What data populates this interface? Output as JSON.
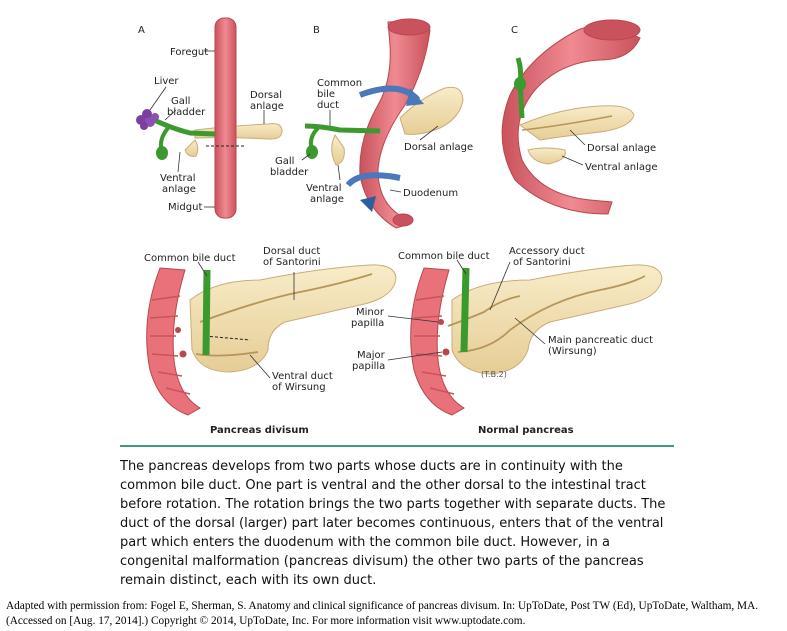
{
  "panels": {
    "a_letter": "A",
    "b_letter": "B",
    "c_letter": "C"
  },
  "panel_a": {
    "foregut": "Foregut",
    "liver": "Liver",
    "gall_bladder_1": "Gall",
    "gall_bladder_2": "bladder",
    "dorsal_1": "Dorsal",
    "dorsal_2": "anlage",
    "ventral_1": "Ventral",
    "ventral_2": "anlage",
    "midgut": "Midgut"
  },
  "panel_b": {
    "cbd_1": "Common",
    "cbd_2": "bile",
    "cbd_3": "duct",
    "gall_1": "Gall",
    "gall_2": "bladder",
    "ventral_1": "Ventral",
    "ventral_2": "anlage",
    "dorsal": "Dorsal anlage",
    "duodenum": "Duodenum"
  },
  "panel_c": {
    "dorsal": "Dorsal anlage",
    "ventral": "Ventral anlage"
  },
  "divisum": {
    "cbd": "Common bile duct",
    "dorsal_duct_1": "Dorsal duct",
    "dorsal_duct_2": "of Santorini",
    "ventral_duct_1": "Ventral duct",
    "ventral_duct_2": "of Wirsung",
    "title": "Pancreas divisum"
  },
  "normal": {
    "cbd": "Common bile duct",
    "accessory_1": "Accessory duct",
    "accessory_2": "of Santorini",
    "minor_1": "Minor",
    "minor_2": "papilla",
    "major_1": "Major",
    "major_2": "papilla",
    "main_1": "Main pancreatic duct",
    "main_2": "(Wirsung)",
    "title": "Normal pancreas",
    "signature": "(T.B.2)"
  },
  "caption": "The pancreas develops from two parts whose ducts are in continuity with the common bile duct. One part is ventral and the other dorsal to the intestinal tract before rotation. The rotation brings the two parts together with separate ducts. The duct of the dorsal (larger) part later becomes continuous, enters that of the ventral part which enters the duodenum with the common bile duct. However, in a congenital malformation (pancreas divisum) the other two parts of the pancreas remain distinct, each with its own duct.",
  "source": "Adapted with permission from: Fogel E, Sherman, S. Anatomy and clinical significance of pancreas divisum. In: UpToDate, Post TW (Ed), UpToDate, Waltham, MA. (Accessed on [Aug. 17, 2014].) Copyright © 2014, UpToDate, Inc. For more information visit www.uptodate.com.",
  "colors": {
    "gut": "#e9717a",
    "gut_dark": "#c9525c",
    "pancreas": "#f3dfb3",
    "pancreas_edge": "#c9ad7a",
    "bile": "#3a9a2e",
    "liver": "#7b3fa0",
    "arrow": "#4a78b8",
    "rule": "#3f9a83"
  }
}
